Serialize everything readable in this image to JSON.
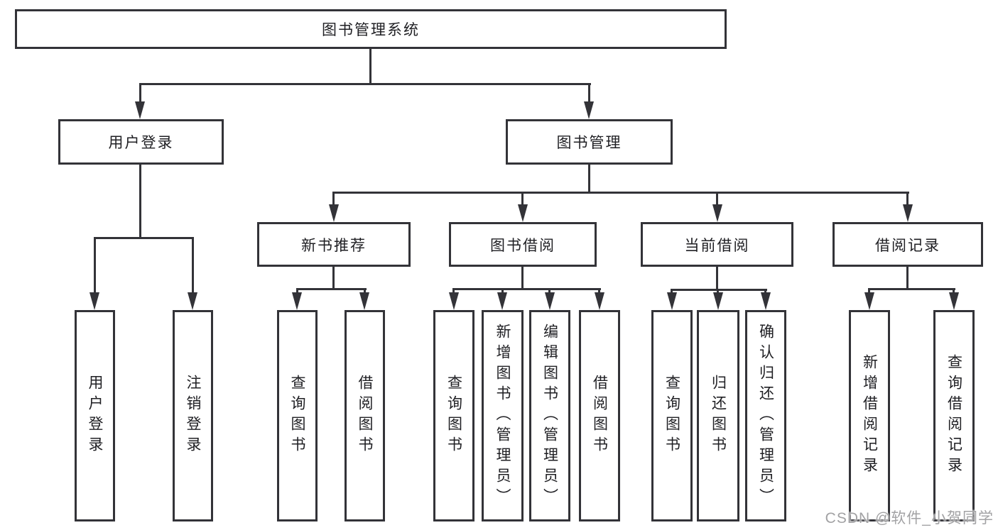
{
  "diagram": {
    "type": "org-chart",
    "tree": {
      "root": {
        "label": "图书管理系统",
        "children": [
          {
            "label": "用户登录",
            "children": [
              {
                "label": "用户登录"
              },
              {
                "label": "注销登录"
              }
            ]
          },
          {
            "label": "图书管理",
            "children": [
              {
                "label": "新书推荐",
                "children": [
                  {
                    "label": "查询图书"
                  },
                  {
                    "label": "借阅图书"
                  }
                ]
              },
              {
                "label": "图书借阅",
                "children": [
                  {
                    "label": "查询图书"
                  },
                  {
                    "label": "新增图书（管理员）"
                  },
                  {
                    "label": "编辑图书（管理员）"
                  },
                  {
                    "label": "借阅图书"
                  }
                ]
              },
              {
                "label": "当前借阅",
                "children": [
                  {
                    "label": "查询图书"
                  },
                  {
                    "label": "归还图书"
                  },
                  {
                    "label": "确认归还（管理员）"
                  }
                ]
              },
              {
                "label": "借阅记录",
                "children": [
                  {
                    "label": "新增借阅记录"
                  },
                  {
                    "label": "查询借阅记录"
                  }
                ]
              }
            ]
          }
        ]
      }
    },
    "line_color": "#333338",
    "text_color": "#1f1f23",
    "background_color": "#ffffff"
  },
  "watermark": {
    "text": "CSDN @软件_小贺同学"
  }
}
